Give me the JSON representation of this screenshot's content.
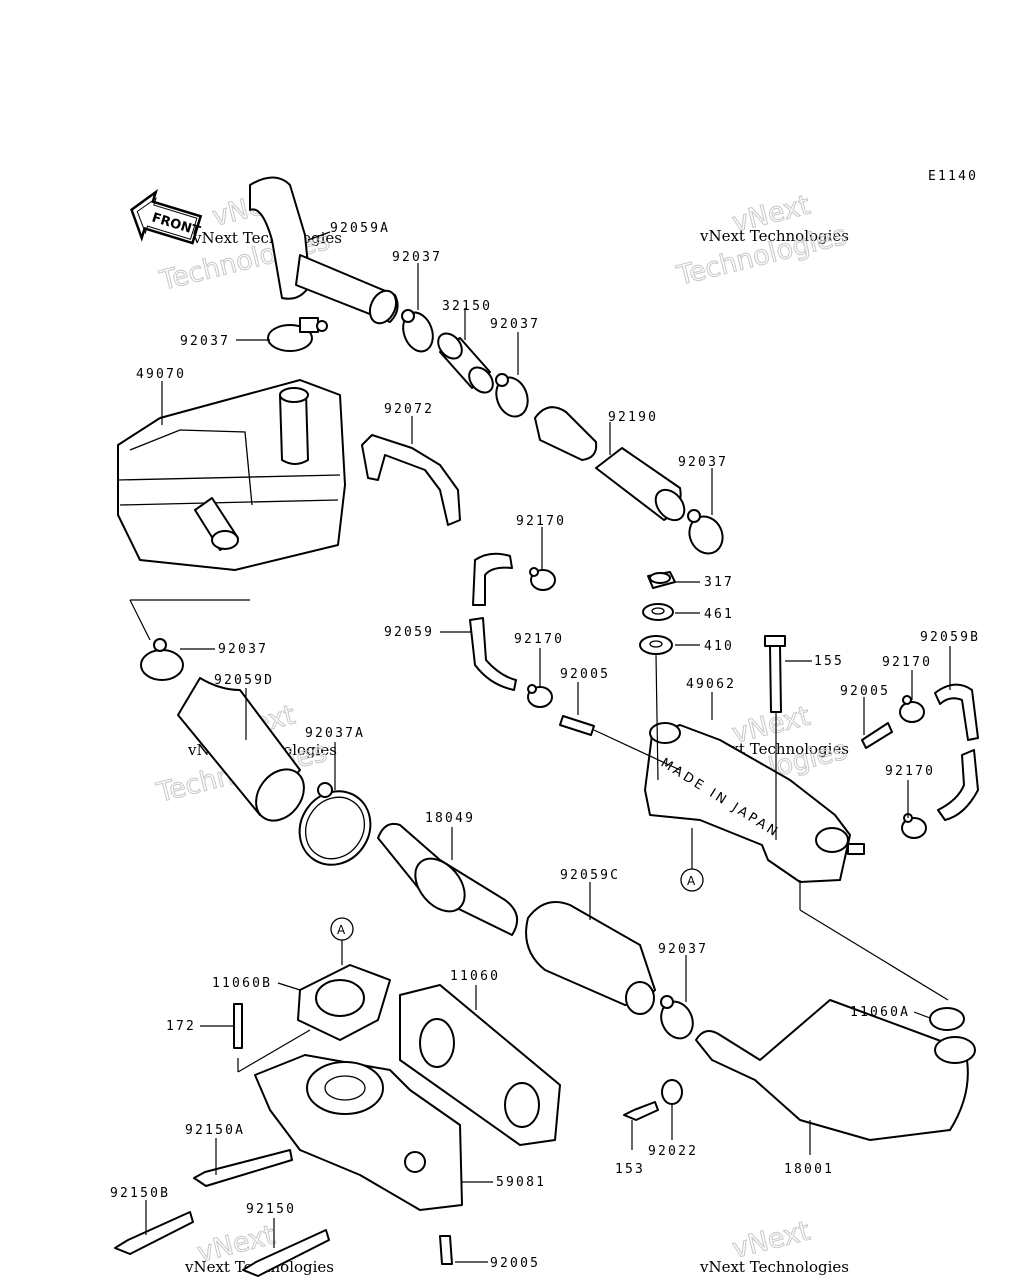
{
  "diagram": {
    "code": "E1140",
    "front_label": "FRONT",
    "watermark": "vNext Technologies",
    "watermark_top": "vNext",
    "watermark_bottom": "Technologies",
    "stamp_text": "MADE IN JAPAN",
    "ref_marker": "A",
    "labels": {
      "l92059A": "92059A",
      "l92037a": "92037",
      "l32150": "32150",
      "l92037b": "92037",
      "l92037c": "92037",
      "l49070": "49070",
      "l92072": "92072",
      "l92190": "92190",
      "l92037d": "92037",
      "l92170a": "92170",
      "l317": "317",
      "l461": "461",
      "l410": "410",
      "l92059": "92059",
      "l92170b": "92170",
      "l92005a": "92005",
      "l155": "155",
      "l92059B": "92059B",
      "l92170c": "92170",
      "l92005b": "92005",
      "l49062": "49062",
      "l92037e": "92037",
      "l92059D": "92059D",
      "l92037A": "92037A",
      "l92170d": "92170",
      "l18049": "18049",
      "l92059C": "92059C",
      "l92037f": "92037",
      "l11060B": "11060B",
      "l11060": "11060",
      "l11060A": "11060A",
      "l172": "172",
      "l92150A": "92150A",
      "l92022": "92022",
      "l153": "153",
      "l18001": "18001",
      "l92150B": "92150B",
      "l59081": "59081",
      "l92150": "92150",
      "l92005c": "92005"
    }
  }
}
